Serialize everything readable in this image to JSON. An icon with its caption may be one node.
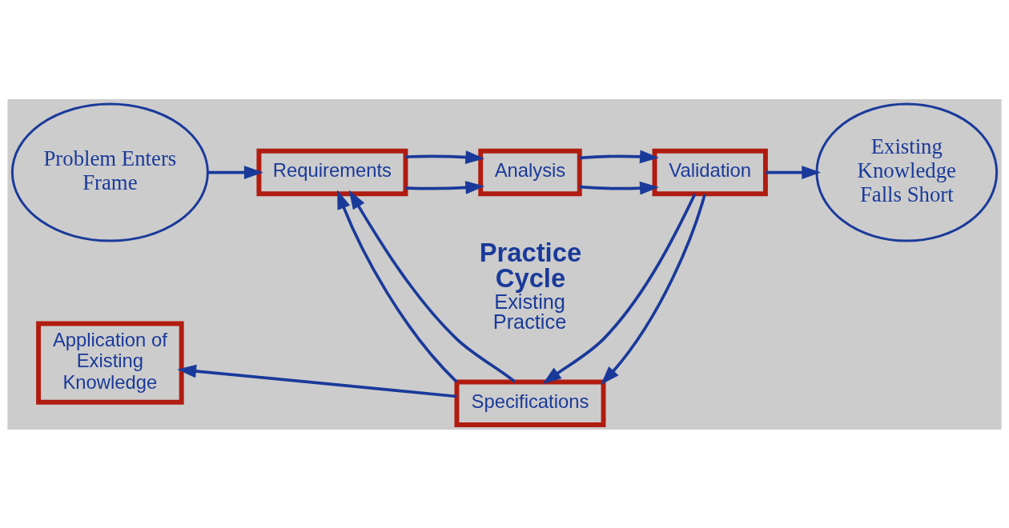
{
  "diagram": {
    "nodes": [
      {
        "text": [
          "Problem Enters Frame"
        ]
      },
      {
        "text": [
          "Requirements"
        ]
      },
      {
        "text": [
          "Analysis"
        ]
      },
      {
        "text": [
          "Validation"
        ]
      },
      {
        "text": [
          "Specifications"
        ]
      },
      {
        "text": [
          "Existing Knowledge Falls Short"
        ]
      },
      {
        "text": [
          "Application of Existing Knowledge"
        ]
      }
    ],
    "edges": [
      {
        "from": 0,
        "to": 1,
        "arrow": "to"
      },
      {
        "from": 1,
        "to": 2,
        "arrow": "to"
      },
      {
        "from": 1,
        "to": 2,
        "arrow": "to"
      },
      {
        "from": 2,
        "to": 3,
        "arrow": "to"
      },
      {
        "from": 2,
        "to": 3,
        "arrow": "to"
      },
      {
        "from": 3,
        "to": 5,
        "arrow": "to"
      },
      {
        "from": 3,
        "to": 4,
        "arrow": "to"
      },
      {
        "from": 3,
        "to": 4,
        "arrow": "to"
      },
      {
        "from": 4,
        "to": 1,
        "arrow": "to"
      },
      {
        "from": 4,
        "to": 1,
        "arrow": "to"
      },
      {
        "from": 4,
        "to": 6,
        "arrow": "to"
      }
    ],
    "labels": [
      "Practice Cycle",
      "Existing Practice"
    ]
  }
}
